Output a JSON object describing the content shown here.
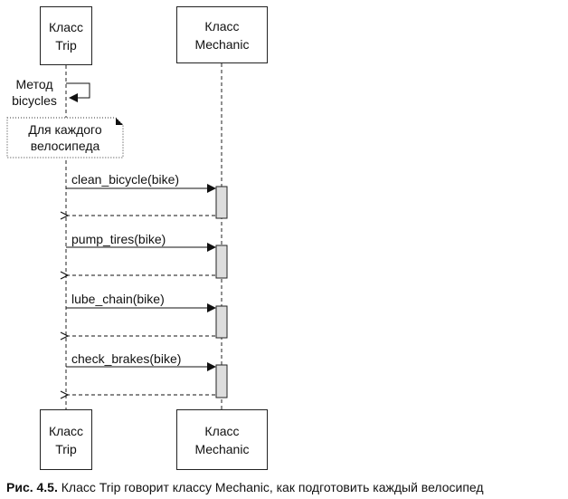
{
  "participants": {
    "trip": {
      "label": "Класс\nTrip"
    },
    "mechanic": {
      "label": "Класс\nMechanic"
    }
  },
  "self_call": {
    "label": "Метод\nbicycles"
  },
  "loop_note": {
    "text": "Для каждого\nвелосипеда"
  },
  "messages": [
    {
      "label": "clean_bicycle(bike)"
    },
    {
      "label": "pump_tires(bike)"
    },
    {
      "label": "lube_chain(bike)"
    },
    {
      "label": "check_brakes(bike)"
    }
  ],
  "caption": {
    "prefix": "Рис. 4.5.",
    "text": "Класс Trip говорит классу Mechanic, как подготовить каждый велосипед"
  }
}
